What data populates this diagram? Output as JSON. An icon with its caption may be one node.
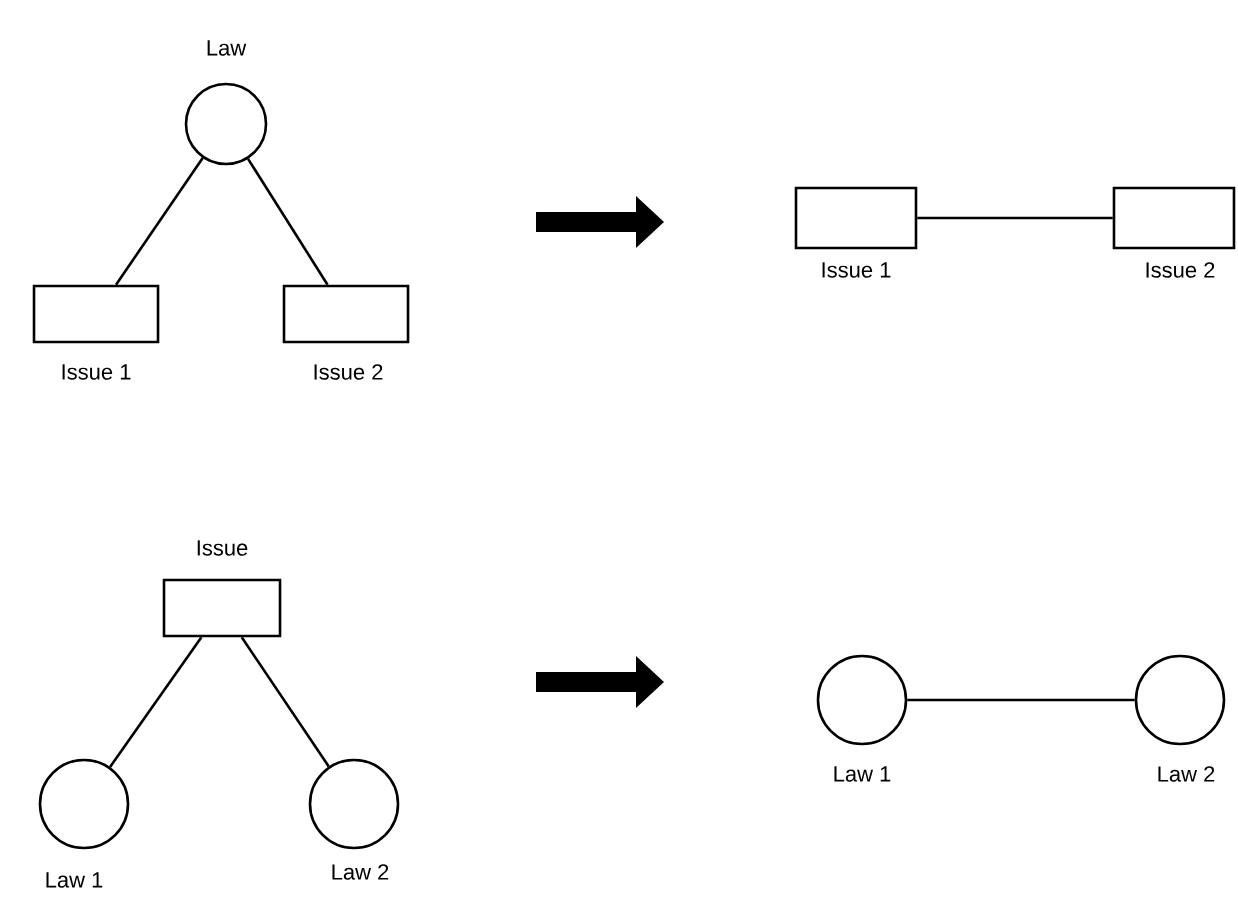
{
  "diagram": {
    "nodes": [
      {
        "text": [],
        "shape": "circle",
        "beside": [
          "Law"
        ]
      },
      {
        "text": [],
        "shape": "box",
        "beside": [
          "Issue 1"
        ]
      },
      {
        "text": [],
        "shape": "box",
        "beside": [
          "Issue 2"
        ]
      },
      {
        "text": [],
        "shape": "box",
        "beside": [
          "Issue 1"
        ]
      },
      {
        "text": [],
        "shape": "box",
        "beside": [
          "Issue 2"
        ]
      },
      {
        "text": [],
        "shape": "box",
        "beside": [
          "Issue"
        ]
      },
      {
        "text": [],
        "shape": "circle",
        "beside": [
          "Law 1"
        ]
      },
      {
        "text": [],
        "shape": "circle",
        "beside": [
          "Law 2"
        ]
      },
      {
        "text": [],
        "shape": "circle",
        "beside": [
          "Law 1"
        ]
      },
      {
        "text": [],
        "shape": "circle",
        "beside": [
          "Law 2"
        ]
      }
    ],
    "edges": [
      {
        "from": 0,
        "to": 1,
        "arrow": "none"
      },
      {
        "from": 0,
        "to": 2,
        "arrow": "none"
      },
      {
        "from": 3,
        "to": 4,
        "arrow": "none"
      },
      {
        "from": 5,
        "to": 6,
        "arrow": "none"
      },
      {
        "from": 5,
        "to": 7,
        "arrow": "none"
      },
      {
        "from": 8,
        "to": 9,
        "arrow": "none"
      }
    ]
  }
}
